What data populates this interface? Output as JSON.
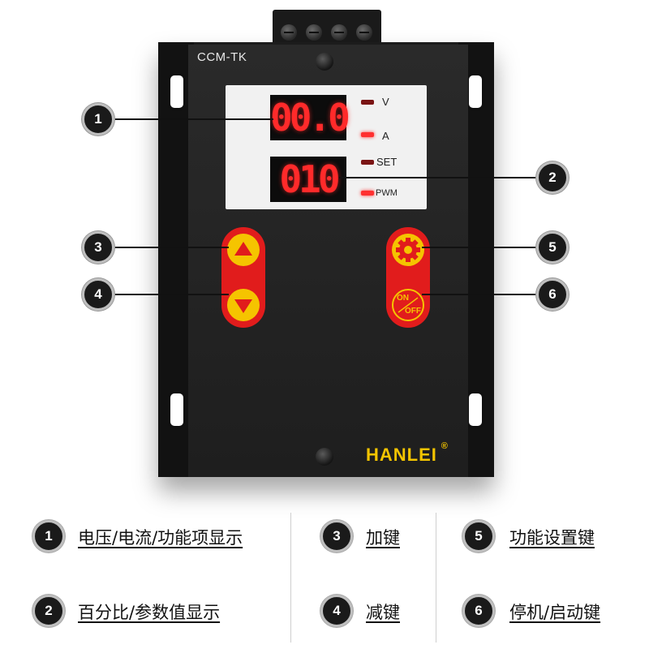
{
  "device": {
    "model": "CCM-TK",
    "brand": "HANLEI",
    "brand_mark": "®",
    "display_top": "00.0",
    "display_bottom": "010",
    "indicators": {
      "v": "V",
      "a": "A",
      "set": "SET",
      "pwm": "PWM"
    },
    "button_up_icon": "▲",
    "button_down_icon": "▼",
    "button_onoff_on": "ON",
    "button_onoff_off": "OFF"
  },
  "callouts": [
    "1",
    "2",
    "3",
    "4",
    "5",
    "6"
  ],
  "legend": [
    {
      "num": "1",
      "text": "电压/电流/功能项显示"
    },
    {
      "num": "2",
      "text": "百分比/参数值显示"
    },
    {
      "num": "3",
      "text": "加键"
    },
    {
      "num": "4",
      "text": "减键"
    },
    {
      "num": "5",
      "text": "功能设置键"
    },
    {
      "num": "6",
      "text": "停机/启动键"
    }
  ],
  "colors": {
    "led_red": "#ff2a2a",
    "button_red": "#e11c1c",
    "arrow_yellow": "#f5c400",
    "brand_yellow": "#f3c400"
  }
}
